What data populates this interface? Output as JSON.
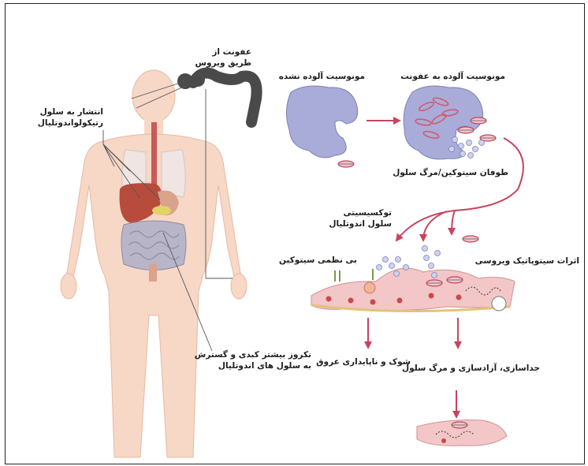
{
  "labels": {
    "infection_route": [
      "عفونت از",
      "طریق ویروس"
    ],
    "reticuloendothelial": [
      "انتشار به سلول",
      "رتیکولواندوتلیال"
    ],
    "uninfected_monocyte": "مونوسیت  آلوده نشده",
    "infected_monocyte": "مونوسیت آلوده به عفونت",
    "cytokine_storm": "طوفان سیتوکین/مرگ سلول",
    "endothelial_toxicity": [
      "توکسیسیتی",
      "سلول اندوتلیال"
    ],
    "cytokine_disorder": "بی نظمی سیتوکین",
    "viral_cytopathic": "اثرات سیتوپاتیک ویروسی",
    "shock": "شوک و ناپایداری عروق",
    "detachment": "جداسازی، آزادسازی و مرگ سلول",
    "liver_necrosis": [
      "نکروز بیشتر کبدی و گسترش",
      "به سلول های اندوتلیال"
    ]
  },
  "colors": {
    "body": "#f7d7c6",
    "monocyte": "#a9acd8",
    "arrow": "#c8435f",
    "virus": "#d15a6e",
    "vessel_wall": "#f3c7c8",
    "liver": "#b84c3c",
    "intestine": "#b9b5c8"
  }
}
